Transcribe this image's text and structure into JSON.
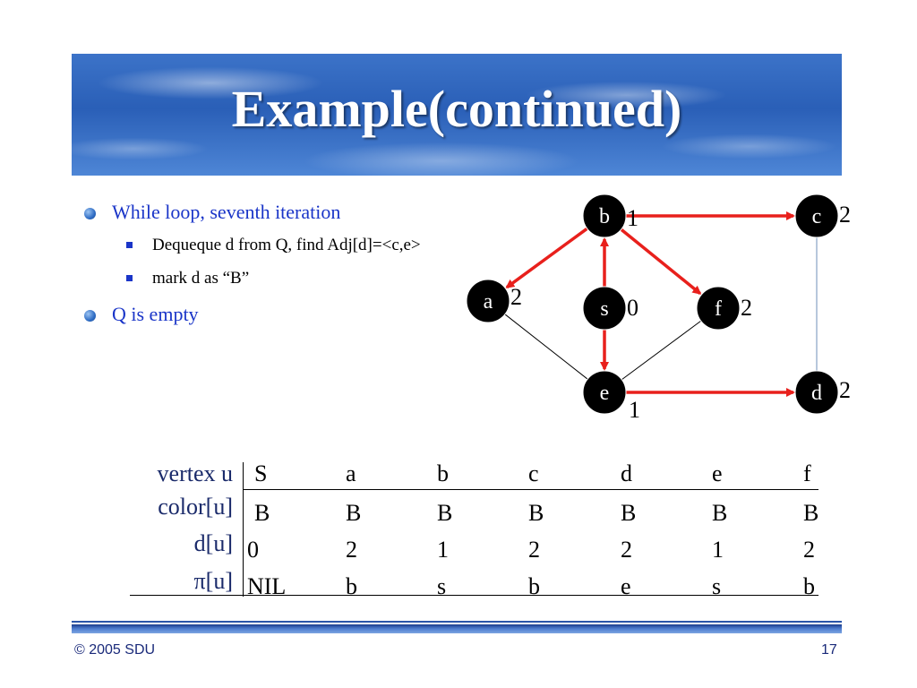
{
  "title": "Example(continued)",
  "bullets": [
    {
      "text": "While loop, seventh iteration",
      "subs": [
        "Dequeque d from Q, find Adj[d]=<c,e>",
        "mark d as “B”"
      ]
    },
    {
      "text": "Q is empty",
      "subs": []
    }
  ],
  "graph": {
    "nodes": [
      {
        "id": "b",
        "label": "b",
        "dist": "1",
        "label_color": "#ffffff"
      },
      {
        "id": "c",
        "label": "c",
        "dist": "2",
        "label_color": "#ffffff"
      },
      {
        "id": "a",
        "label": "a",
        "dist": "2",
        "label_color": "#ffffff"
      },
      {
        "id": "s",
        "label": "s",
        "dist": "0",
        "label_color": "#1a35c8"
      },
      {
        "id": "f",
        "label": "f",
        "dist": "2",
        "label_color": "#ffffff"
      },
      {
        "id": "e",
        "label": "e",
        "dist": "1",
        "label_color": "#ffffff"
      },
      {
        "id": "d",
        "label": "d",
        "dist": "2",
        "label_color": "#ffffff"
      }
    ],
    "edges": [
      {
        "from": "b",
        "to": "c",
        "tree": true
      },
      {
        "from": "b",
        "to": "a",
        "tree": true
      },
      {
        "from": "b",
        "to": "f",
        "tree": true
      },
      {
        "from": "s",
        "to": "b",
        "tree": true
      },
      {
        "from": "s",
        "to": "e",
        "tree": true
      },
      {
        "from": "e",
        "to": "d",
        "tree": true
      },
      {
        "from": "a",
        "to": "e",
        "tree": false
      },
      {
        "from": "f",
        "to": "e",
        "tree": false
      },
      {
        "from": "c",
        "to": "d",
        "tree": false
      }
    ],
    "tree_edge_color": "#e8201c",
    "plain_edge_color": "#000000",
    "cd_edge_color": "#6f8fb8",
    "node_fill": "#000000"
  },
  "table": {
    "header_label": "vertex u",
    "vertices": [
      "S",
      "a",
      "b",
      "c",
      "d",
      "e",
      "f"
    ],
    "rows": [
      {
        "label": "color[u]",
        "values": [
          "B",
          "B",
          "B",
          "B",
          "B",
          "B",
          "B"
        ]
      },
      {
        "label": "d[u]",
        "values": [
          "0",
          "2",
          "1",
          "2",
          "2",
          "1",
          "2"
        ]
      },
      {
        "label": "π[u]",
        "values": [
          "NIL",
          "b",
          "s",
          "b",
          "e",
          "s",
          "b"
        ]
      }
    ]
  },
  "footer": {
    "copyright": "© 2005 SDU",
    "page_number": "17"
  }
}
